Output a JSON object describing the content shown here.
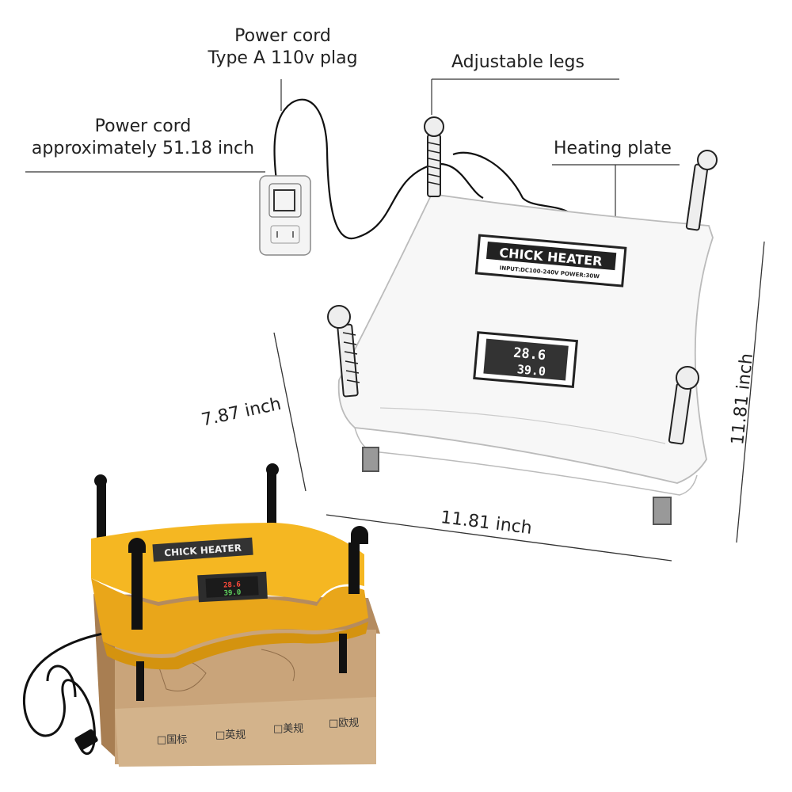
{
  "labels": {
    "cord_plug_line1": "Power cord",
    "cord_plug_line2": "Type A 110v plag",
    "cord_length_line1": "Power cord",
    "cord_length_line2": "approximately 51.18 inch",
    "legs": "Adjustable legs",
    "plate": "Heating plate",
    "depth": "7.87 inch",
    "width": "11.81 inch",
    "height": "11.81 inch"
  },
  "device": {
    "brand": "CHICK HEATER",
    "spec": "INPUT:DC100-240V POWER:30W",
    "display_top": "28.6",
    "display_bottom": "39.0"
  },
  "box_text": [
    "□国标",
    "□英规",
    "□美规",
    "□欧规"
  ],
  "colors": {
    "plate_yellow": "#f5b722",
    "box_brown": "#c9a47a"
  }
}
